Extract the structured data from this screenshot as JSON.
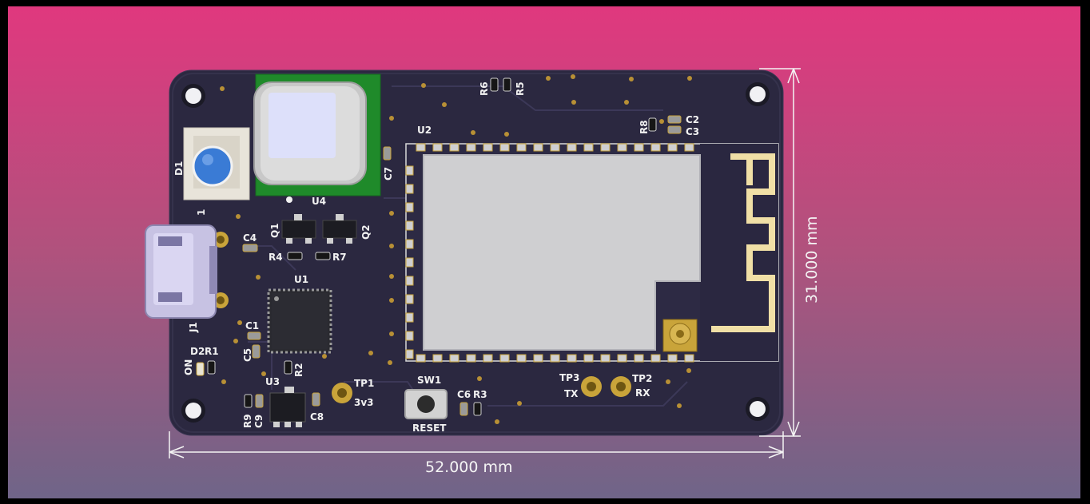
{
  "dimensions": {
    "width": "52.000 mm",
    "height": "31.000 mm"
  },
  "designators": {
    "D1": "D1",
    "pin1": "1",
    "J1": "J1",
    "C4": "C4",
    "Q1": "Q1",
    "Q2": "Q2",
    "R4": "R4",
    "R7": "R7",
    "U4": "U4",
    "U1": "U1",
    "C1": "C1",
    "C5": "C5",
    "D2": "D2",
    "R1": "R1",
    "ON": "ON",
    "R2": "R2",
    "U3": "U3",
    "R9": "R9",
    "C9": "C9",
    "C8": "C8",
    "TP1": "TP1",
    "TP1_net": "3v3",
    "SW1": "SW1",
    "SW1_label": "RESET",
    "C6": "C6",
    "R3": "R3",
    "TP3": "TP3",
    "TP3_net": "TX",
    "TP2": "TP2",
    "TP2_net": "RX",
    "U2": "U2",
    "C7": "C7",
    "R6": "R6",
    "R5": "R5",
    "R8": "R8",
    "C2": "C2",
    "C3": "C3"
  },
  "colors": {
    "board": "#2b2840",
    "silkscreen": "#f2f2f2",
    "copper_gold": "#c9a43a",
    "antenna_copper": "#f0dfa6",
    "sensor_pcb": "#1f8a2a",
    "button_cap": "#3a7bd5"
  }
}
